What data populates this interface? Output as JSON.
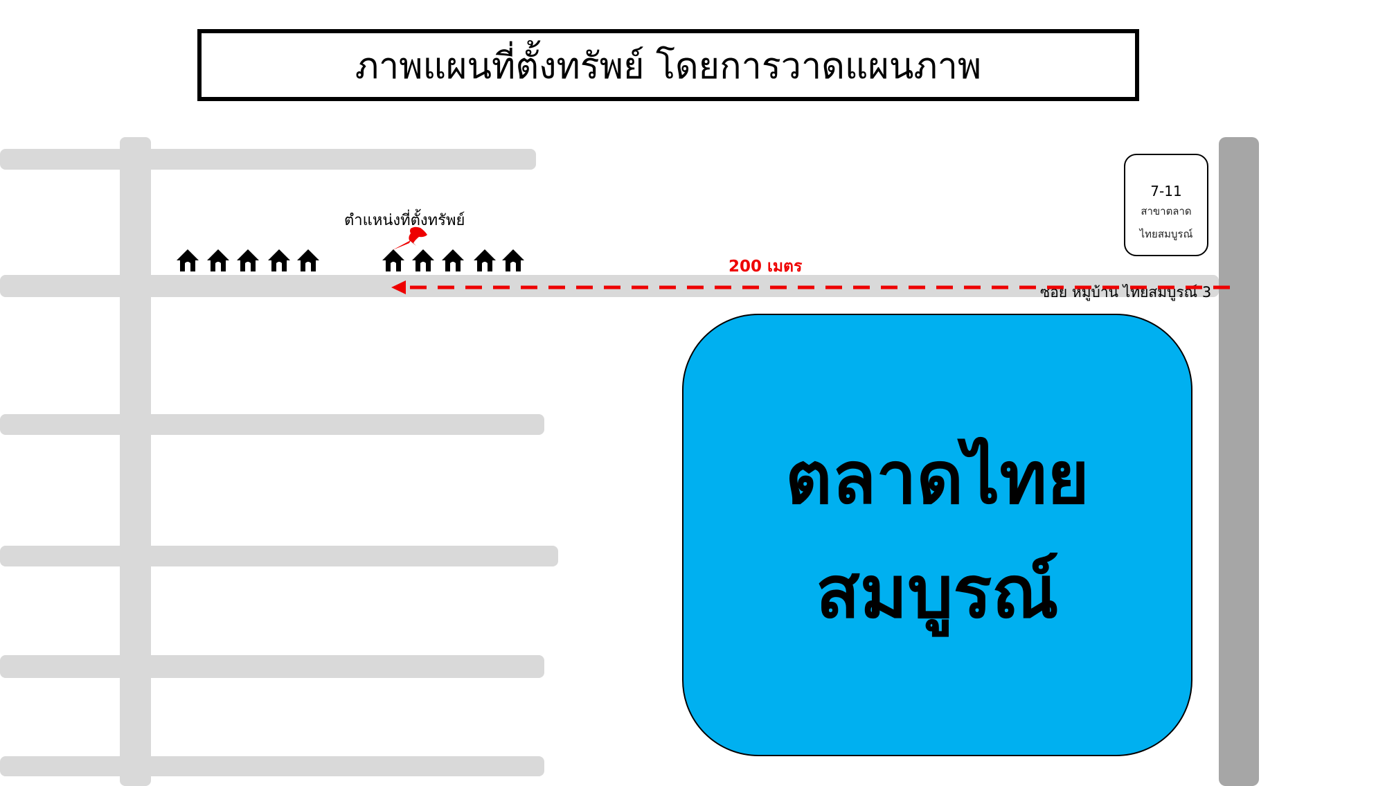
{
  "map": {
    "title": "ภาพแผนที่ตั้งทรัพย์ โดยการวาดแผนภาพ",
    "location_label": "ตำแหน่งที่ตั้งทรัพย์",
    "distance_label": "200 เมตร",
    "soi_label": "ซอย หมู่บ้าน ไทยสมบูรณ์ 3",
    "store": {
      "name": "7-11",
      "branch_line1": "สาขาตลาด",
      "branch_line2": "ไทยสมบูรณ์"
    },
    "market": {
      "line1": "ตลาดไทย",
      "line2": "สมบูรณ์"
    },
    "colors": {
      "market_fill": "#00b0f0",
      "route_arrow": "#ee0000",
      "pin": "#ee0000",
      "minor_road": "#d9d9d9",
      "main_road": "#a6a6a6"
    },
    "icons": {
      "house": "house-icon",
      "pin": "pushpin-icon"
    }
  }
}
